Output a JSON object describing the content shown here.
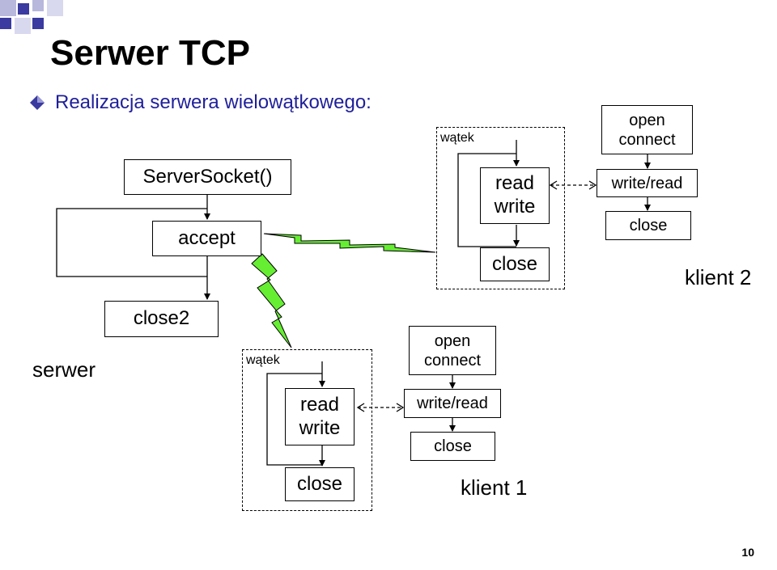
{
  "slide": {
    "title": "Serwer TCP",
    "subtitle": "Realizacja serwera wielowątkowego:",
    "page_number": "10"
  },
  "server": {
    "label": "serwer",
    "serversocket": "ServerSocket()",
    "accept": "accept",
    "close2": "close2"
  },
  "thread_top": {
    "label": "wątek",
    "read": "read",
    "write": "write",
    "close": "close"
  },
  "thread_bottom": {
    "label": "wątek",
    "read": "read",
    "write": "write",
    "close": "close"
  },
  "client1": {
    "name": "klient 1",
    "open": "open",
    "connect": "connect",
    "writeread": "write/read",
    "close": "close"
  },
  "client2": {
    "name": "klient 2",
    "open": "open",
    "connect": "connect",
    "writeread": "write/read",
    "close": "close"
  },
  "colors": {
    "lightning": "#66ee33",
    "subtitle": "#1f1f9a",
    "deco_blue": "#3a3aa0",
    "deco_light": "#b8b8dd"
  }
}
